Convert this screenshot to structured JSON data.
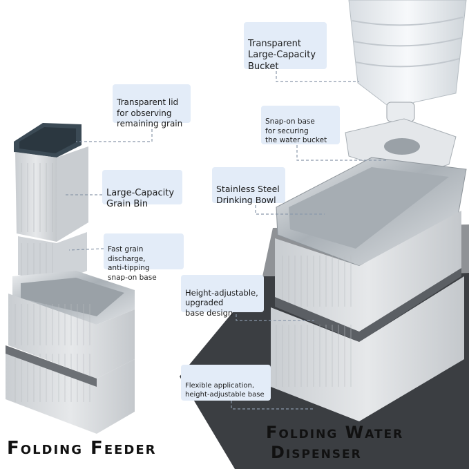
{
  "callouts": {
    "transparent_lid": "Transparent lid\nfor observing\n remaining grain",
    "grain_bin": "Large-Capacity\n Grain Bin",
    "grain_discharge": "Fast grain discharge,\nanti-tipping\n snap-on base",
    "bucket": "Transparent\nLarge-Capacity\nBucket",
    "snap_base": "Snap-on base\n for securing\n the water bucket",
    "steel_bowl": "Stainless Steel\nDrinking Bowl",
    "height_adjustable": "Height-adjustable,\nupgraded\nbase design",
    "flexible": "Flexible application,\nheight-adjustable base"
  },
  "titles": {
    "feeder": "Folding Feeder",
    "dispenser_line1": "Folding Water",
    "dispenser_line2": "Dispenser"
  },
  "colors": {
    "callout_bg": "#e3ecf8",
    "body_gray": "#d9dcdf",
    "dark_lid": "#3b4a55",
    "steel": "#b9bfc4",
    "shadow": "#3a3d40"
  }
}
